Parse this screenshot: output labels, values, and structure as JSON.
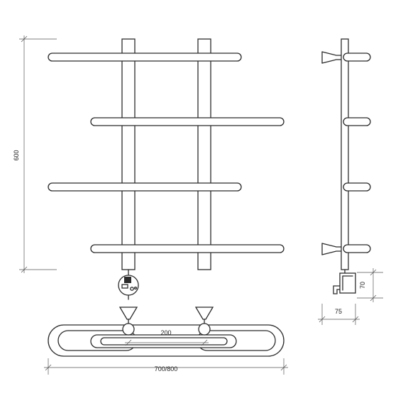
{
  "dimensions": {
    "height": "600",
    "spacing": "200",
    "width": "700/800",
    "depth": "75",
    "bracket_height": "70"
  },
  "colors": {
    "line": "#2b2b2b",
    "background": "#ffffff"
  }
}
